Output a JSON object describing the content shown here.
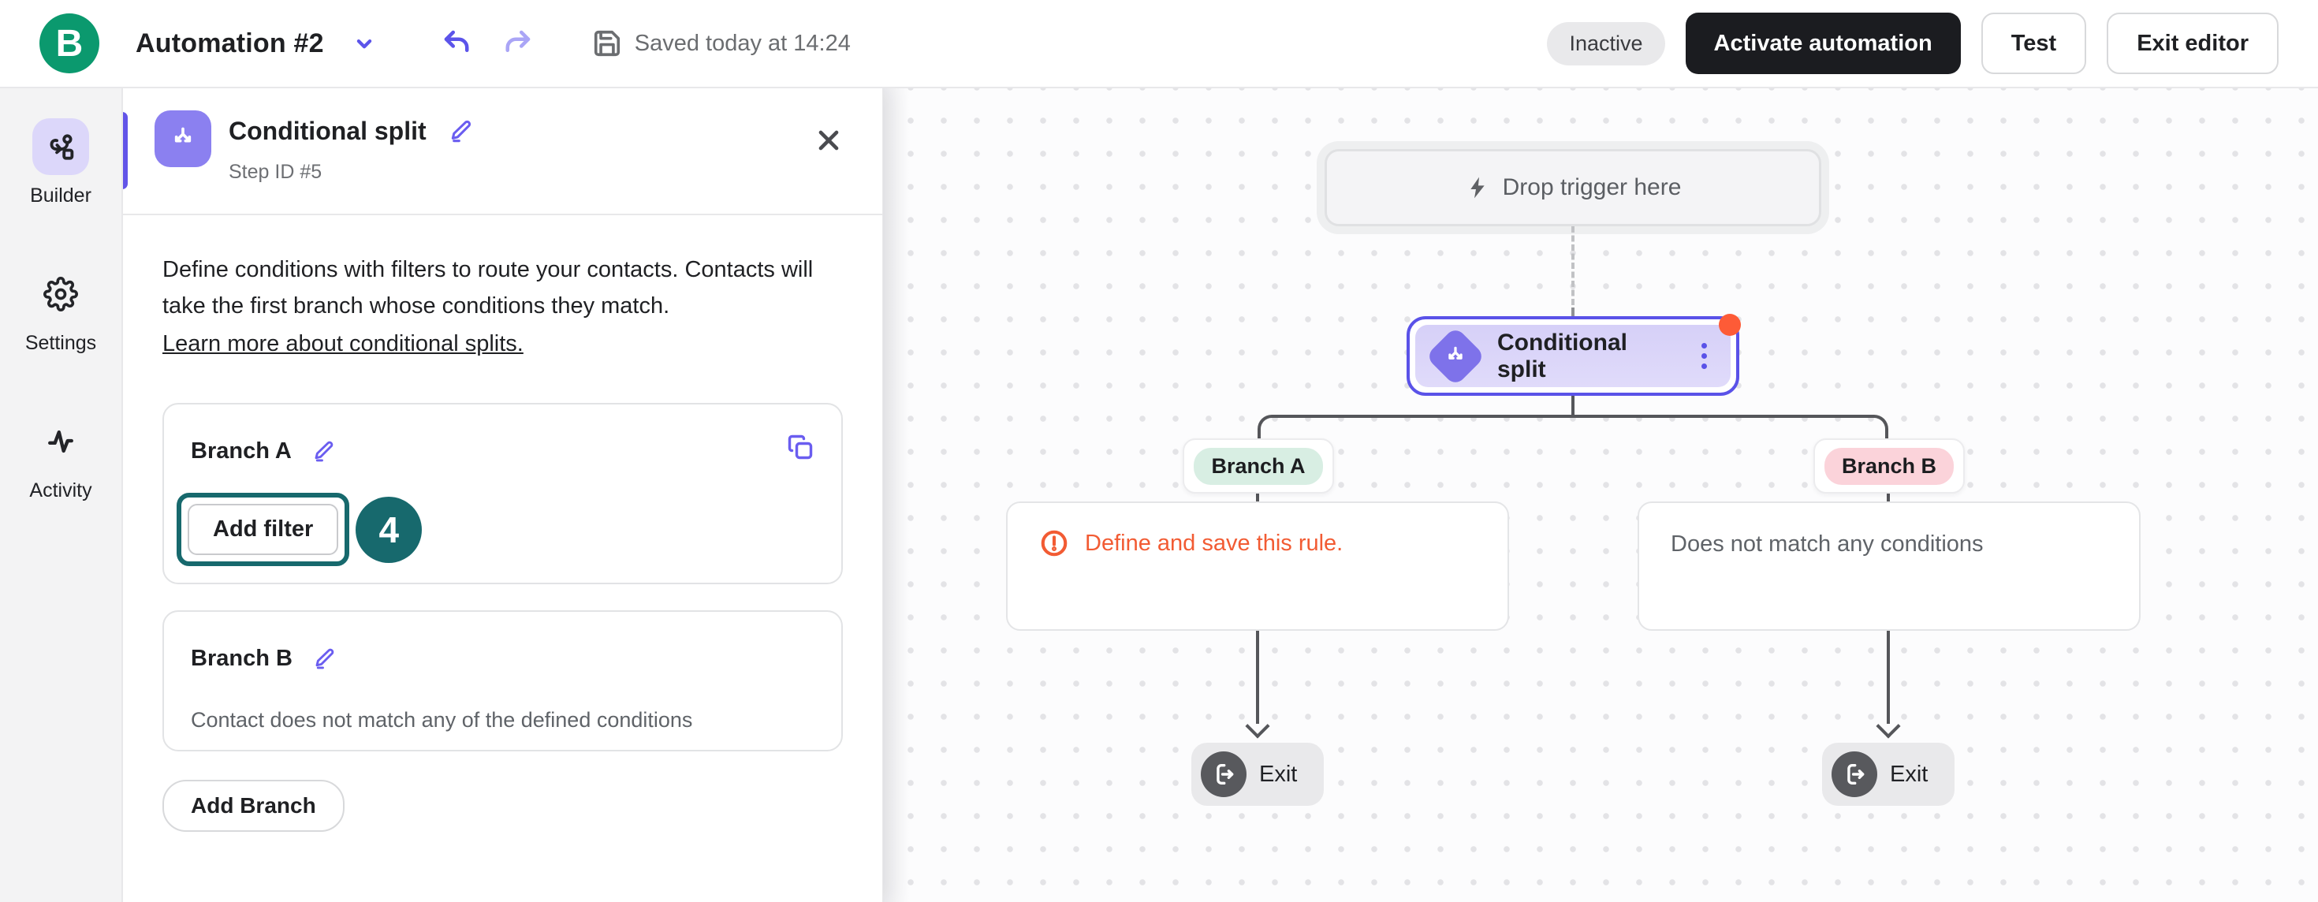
{
  "top_bar": {
    "logo_letter": "B",
    "title": "Automation #2",
    "saved_status": "Saved today at 14:24",
    "status_badge": "Inactive",
    "activate_button": "Activate automation",
    "test_button": "Test",
    "exit_button": "Exit editor"
  },
  "sidebar": {
    "items": [
      {
        "label": "Builder",
        "icon": "workflow-icon",
        "active": true
      },
      {
        "label": "Settings",
        "icon": "gear-icon",
        "active": false
      },
      {
        "label": "Activity",
        "icon": "activity-pulse-icon",
        "active": false
      }
    ]
  },
  "panel": {
    "title": "Conditional split",
    "step_id": "Step ID #5",
    "description": "Define conditions with filters to route your contacts. Contacts will take the first branch whose conditions they match.",
    "learn_more_link": "Learn more about conditional splits.",
    "branch_a": {
      "title": "Branch A",
      "add_filter_label": "Add filter"
    },
    "branch_b": {
      "title": "Branch B",
      "description": "Contact does not match any of the defined conditions"
    },
    "add_branch_label": "Add Branch",
    "annotation_number": "4"
  },
  "canvas": {
    "drop_trigger_label": "Drop trigger here",
    "node_title": "Conditional split",
    "branch_a": {
      "label": "Branch A",
      "card_text": "Define and save this rule."
    },
    "branch_b": {
      "label": "Branch B",
      "card_text": "Does not match any conditions"
    },
    "exit_label": "Exit"
  },
  "colors": {
    "brand_green": "#0b996e",
    "accent_indigo": "#5a52e8",
    "light_indigo_fill": "#d6d0f8",
    "step_icon_purple": "#8b80f0",
    "alert_orange": "#fd5b37",
    "warning_orange": "#f25b33",
    "annotation_teal": "#17696d",
    "branch_a_pill": "#d8eee3",
    "branch_b_pill": "#fbd3da",
    "dark_button": "#1b1c20",
    "connector_gray": "#55565a"
  }
}
